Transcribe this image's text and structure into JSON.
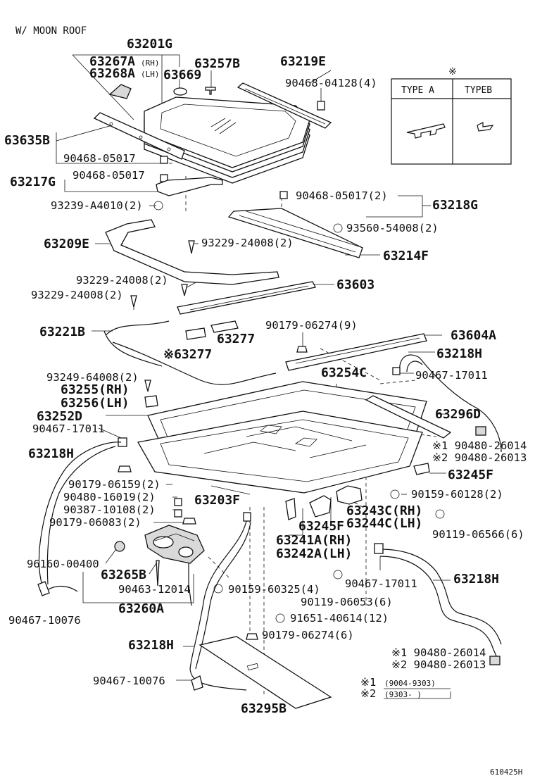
{
  "header": {
    "title": "W/ MOON ROOF"
  },
  "footer": {
    "code": "610425H"
  },
  "type_table": {
    "mark": "※",
    "col_a": "TYPE A",
    "col_b": "TYPEB"
  },
  "footnotes": {
    "note1_mark": "※1",
    "note1_range": "(9004-9303)",
    "note2_mark": "※2",
    "note2_range": "(9303-       )"
  },
  "labels": {
    "p63201G": "63201G",
    "p63267A": "63267A",
    "rh": "(RH)",
    "p63268A": "63268A",
    "lh": "(LH)",
    "p63257B": "63257B",
    "p63669": "63669",
    "p63219E": "63219E",
    "p90468_04128": "90468-04128(4)",
    "p63635B": "63635B",
    "p90468_05017a": "90468-05017",
    "p90468_05017b": "90468-05017",
    "p63217G": "63217G",
    "p93239_A4010": "93239-A4010(2)",
    "p90468_05017c": "90468-05017(2)",
    "p63218G": "63218G",
    "p63209E": "63209E",
    "p93560_54008": "93560-54008(2)",
    "p93229_24008a": "93229-24008(2)",
    "p63214F": "63214F",
    "p93229_24008b": "93229-24008(2)",
    "p63603": "63603",
    "p93229_24008c": "93229-24008(2)",
    "p63221B": "63221B",
    "p63277a": "63277",
    "p63277b": "※63277",
    "p90179_06274a": "90179-06274(9)",
    "p63604A": "63604A",
    "p63218H_a": "63218H",
    "p63254C": "63254C",
    "p90467_17011a": "90467-17011",
    "p93249_64008": "93249-64008(2)",
    "p63255": "63255(RH)",
    "p63256": "63256(LH)",
    "p63252D": "63252D",
    "p63296D": "63296D",
    "p90467_17011b": "90467-17011",
    "p90480_26014a": "※1 90480-26014",
    "p90480_26013a": "※2 90480-26013",
    "p63218H_b": "63218H",
    "p63245F_a": "63245F",
    "p90179_06159": "90179-06159(2)",
    "p90480_16019": "90480-16019(2)",
    "p90387_10108": "90387-10108(2)",
    "p63203F": "63203F",
    "p90159_60128": "90159-60128(2)",
    "p90179_06083": "90179-06083(2)",
    "p63245F_b": "63245F",
    "p63243C": "63243C(RH)",
    "p63244C": "63244C(LH)",
    "p90119_06566": "90119-06566(6)",
    "p63241A": "63241A(RH)",
    "p63242A": "63242A(LH)",
    "p96160_00400": "96160-00400",
    "p63265B": "63265B",
    "p90463_12014": "90463-12014",
    "p90467_17011c": "90467-17011",
    "p63218H_c": "63218H",
    "p90159_60325": "90159-60325(4)",
    "p90119_06053": "90119-06053(6)",
    "p90467_10076a": "90467-10076",
    "p63260A": "63260A",
    "p91651_40614": "91651-40614(12)",
    "p63218H_d": "63218H",
    "p90179_06274b": "90179-06274(6)",
    "p90480_26014b": "※1 90480-26014",
    "p90480_26013b": "※2 90480-26013",
    "p90467_10076b": "90467-10076",
    "p63295B": "63295B"
  }
}
